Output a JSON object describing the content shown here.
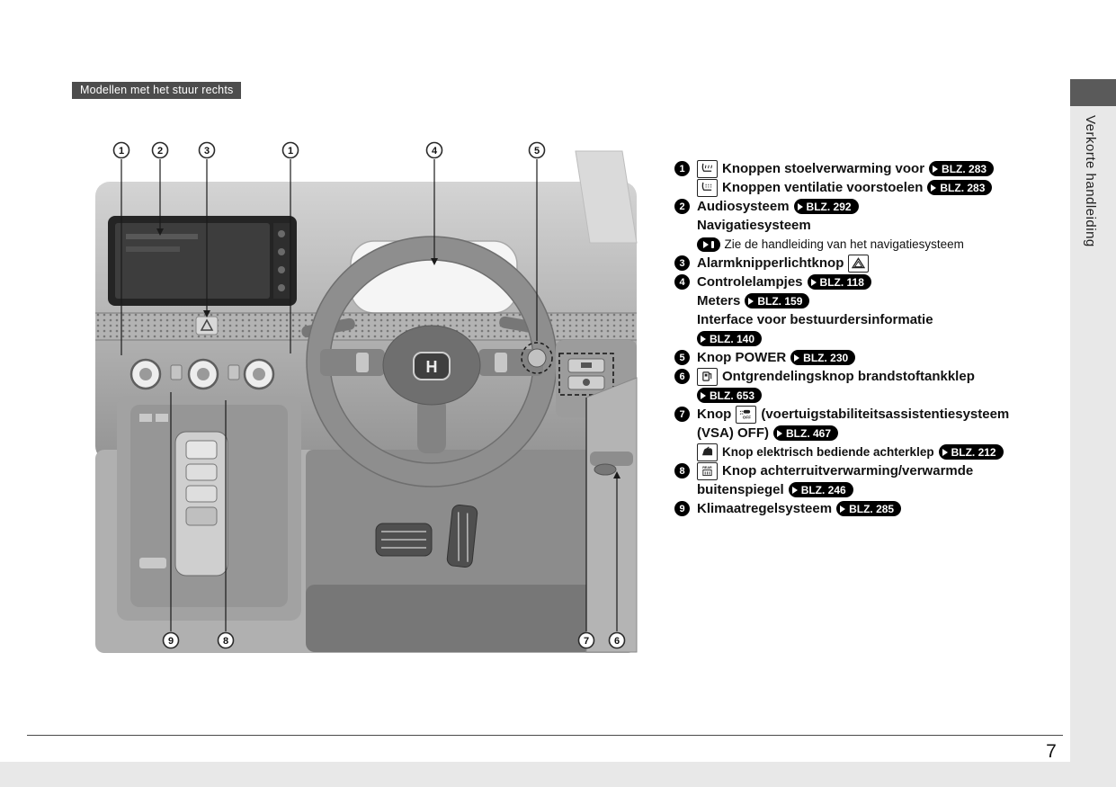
{
  "header": {
    "model_badge": "Modellen met het stuur rechts"
  },
  "sidebar": {
    "label": "Verkorte handleiding"
  },
  "footer": {
    "page_number": "7"
  },
  "diagram": {
    "top_callouts": [
      "1",
      "2",
      "3",
      "1",
      "4",
      "5"
    ],
    "bottom_callouts": [
      "9",
      "8",
      "7",
      "6"
    ],
    "wheel_badge": "H"
  },
  "legend": {
    "items": [
      {
        "num": "1",
        "lines": [
          {
            "icon": "seat-heater-icon",
            "text": "Knoppen stoelverwarming voor",
            "badge": "BLZ. 283"
          },
          {
            "icon": "seat-vent-icon",
            "text": "Knoppen ventilatie voorstoelen",
            "badge": "BLZ. 283"
          }
        ]
      },
      {
        "num": "2",
        "lines": [
          {
            "text": "Audiosysteem",
            "badge": "BLZ. 292"
          },
          {
            "text": "Navigatiesysteem"
          },
          {
            "icon": "see-manual-arrow-icon",
            "text": "Zie de handleiding van het navigatiesysteem"
          }
        ]
      },
      {
        "num": "3",
        "lines": [
          {
            "text": "Alarmknipperlichtknop",
            "icon": "hazard-triangle-icon"
          }
        ]
      },
      {
        "num": "4",
        "lines": [
          {
            "text": "Controlelampjes",
            "badge": "BLZ. 118"
          },
          {
            "text": "Meters",
            "badge": "BLZ. 159"
          },
          {
            "text": "Interface voor bestuurdersinformatie"
          },
          {
            "badge": "BLZ. 140"
          }
        ]
      },
      {
        "num": "5",
        "lines": [
          {
            "text": "Knop POWER",
            "badge": "BLZ. 230"
          }
        ]
      },
      {
        "num": "6",
        "lines": [
          {
            "icon": "fuel-door-icon",
            "text": "Ontgrendelingsknop brandstoftankklep"
          },
          {
            "badge": "BLZ. 653"
          }
        ]
      },
      {
        "num": "7",
        "lines": [
          {
            "text": "Knop",
            "icon": "vsa-off-icon",
            "icon_label": "OFF",
            "text2": "(voertuigstabiliteitsassistentiesysteem"
          },
          {
            "text": "(VSA) OFF)",
            "badge": "BLZ. 467"
          },
          {
            "icon": "power-tailgate-icon",
            "text": "Knop elektrisch bediende achterklep",
            "badge": "BLZ. 212"
          }
        ]
      },
      {
        "num": "8",
        "lines": [
          {
            "icon": "rear-defrost-icon",
            "icon_label": "REAR",
            "text": "Knop achterruitverwarming/verwarmde"
          },
          {
            "text": "buitenspiegel",
            "badge": "BLZ. 246"
          }
        ]
      },
      {
        "num": "9",
        "lines": [
          {
            "text": "Klimaatregelsysteem",
            "badge": "BLZ. 285"
          }
        ]
      }
    ]
  }
}
